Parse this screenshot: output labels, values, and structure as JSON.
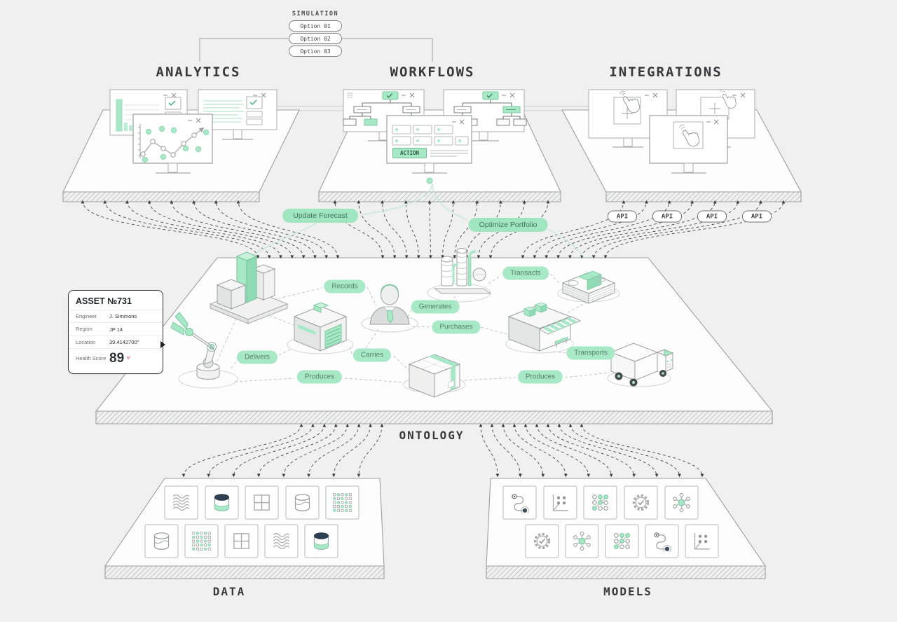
{
  "simulation": {
    "title": "SIMULATION",
    "options": [
      "Option 01",
      "Option 02",
      "Option 03"
    ]
  },
  "analytics": {
    "title": "ANALYTICS"
  },
  "workflows": {
    "title": "WORKFLOWS",
    "action_button": "ACTION"
  },
  "integrations": {
    "title": "INTEGRATIONS",
    "api": [
      "API",
      "API",
      "API",
      "API"
    ]
  },
  "ontology": {
    "title": "ONTOLOGY",
    "relationships": {
      "records": "Records",
      "transacts": "Transacts",
      "generates": "Generates",
      "purchases": "Purchases",
      "delivers": "Delivers",
      "carries": "Carries",
      "produces_left": "Produces",
      "produces_right": "Produces",
      "transports": "Transports"
    },
    "actions": {
      "update_forecast": "Update Forecast",
      "optimize_portfolio": "Optimize Portfolio"
    },
    "entities": [
      "office-building-chart",
      "robot-arm",
      "factory",
      "employee",
      "refinery",
      "cash-stack",
      "storefront",
      "package-box",
      "delivery-truck"
    ]
  },
  "asset_card": {
    "title": "ASSET №731",
    "rows": [
      {
        "label": "Engineer",
        "value": "J. Simmons"
      },
      {
        "label": "Region",
        "value": "JP 14"
      },
      {
        "label": "Location",
        "value": "39.4142700°"
      }
    ],
    "health": {
      "label": "Health Score",
      "value": "89"
    },
    "heart_icon": "♥"
  },
  "data_tray": {
    "title": "DATA",
    "tiles": [
      "text-doc",
      "database-accent",
      "table-grid",
      "database",
      "dot-matrix",
      "database",
      "dot-matrix",
      "table-grid",
      "text-doc",
      "database-accent"
    ]
  },
  "models_tray": {
    "title": "MODELS",
    "tiles": [
      "pipeline-route",
      "scatter-plot",
      "neural-net",
      "gear-check",
      "hub-network",
      "gear-check",
      "hub-network",
      "neural-net",
      "pipeline-route",
      "scatter-plot"
    ]
  },
  "colors": {
    "accent": "#A7E8C6",
    "accent_border": "#7CC8A0",
    "ink": "#37393B",
    "line_gray": "#9AA0A0",
    "bg": "#F0F0F1",
    "db_top_navy": "#2E3F54",
    "heart_pink": "#F2A8BC"
  }
}
